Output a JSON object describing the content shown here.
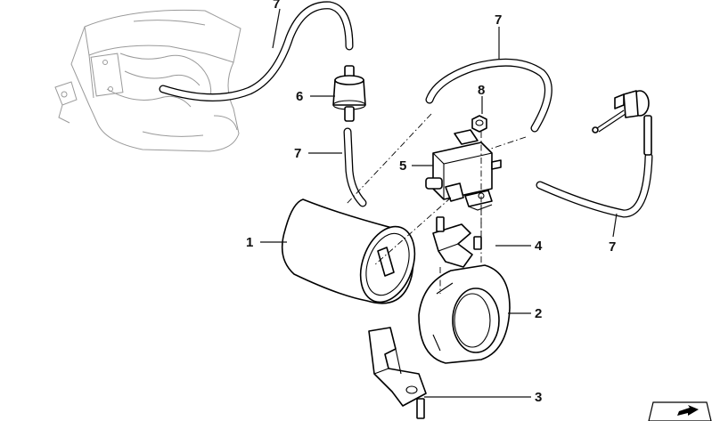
{
  "diagram": {
    "callouts": [
      {
        "id": "c1",
        "label": "1"
      },
      {
        "id": "c2",
        "label": "2"
      },
      {
        "id": "c3",
        "label": "3"
      },
      {
        "id": "c4",
        "label": "4"
      },
      {
        "id": "c5",
        "label": "5"
      },
      {
        "id": "c6",
        "label": "6"
      },
      {
        "id": "c7a",
        "label": "7"
      },
      {
        "id": "c7b",
        "label": "7"
      },
      {
        "id": "c7c",
        "label": "7"
      },
      {
        "id": "c7d",
        "label": "7"
      },
      {
        "id": "c8",
        "label": "8"
      }
    ],
    "corner_icon": "arrow-sheet-icon"
  }
}
